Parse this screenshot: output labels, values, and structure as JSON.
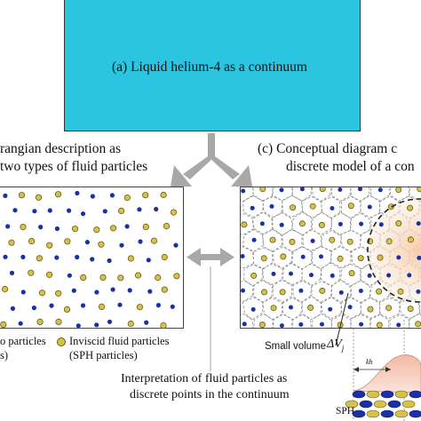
{
  "continuum_box": {
    "label": "(a) Liquid helium-4 as a continuum",
    "color": "#2bc5e2"
  },
  "panel_b": {
    "caption_line1": "rangian description as",
    "caption_line2": "two types of fluid particles",
    "legend_viscous_line1": "o particles",
    "legend_viscous_line2": "s)",
    "legend_inviscid_line1": "Inviscid fluid particles",
    "legend_inviscid_line2": "(SPH particles)"
  },
  "panel_c": {
    "caption_line1": "(c) Conceptual diagram c",
    "caption_line2": "discrete model of a con"
  },
  "annotations": {
    "small_volume": "Small volume",
    "delta_v": "ΔV",
    "delta_v_sub": "j",
    "kernel_h": "kh",
    "sph_label": "SPH",
    "interpretation_line1": "Interpretation of fluid particles as",
    "interpretation_line2": "discrete points in the continuum"
  },
  "colors": {
    "viscous_particle": "#1b2fa8",
    "inviscid_particle": "#d6c14a",
    "inviscid_outline": "#6b5a12",
    "arrow": "#a8a8a8",
    "voronoi_edge": "#8a8a8a",
    "highlight_fill": "#f3d6bf"
  }
}
